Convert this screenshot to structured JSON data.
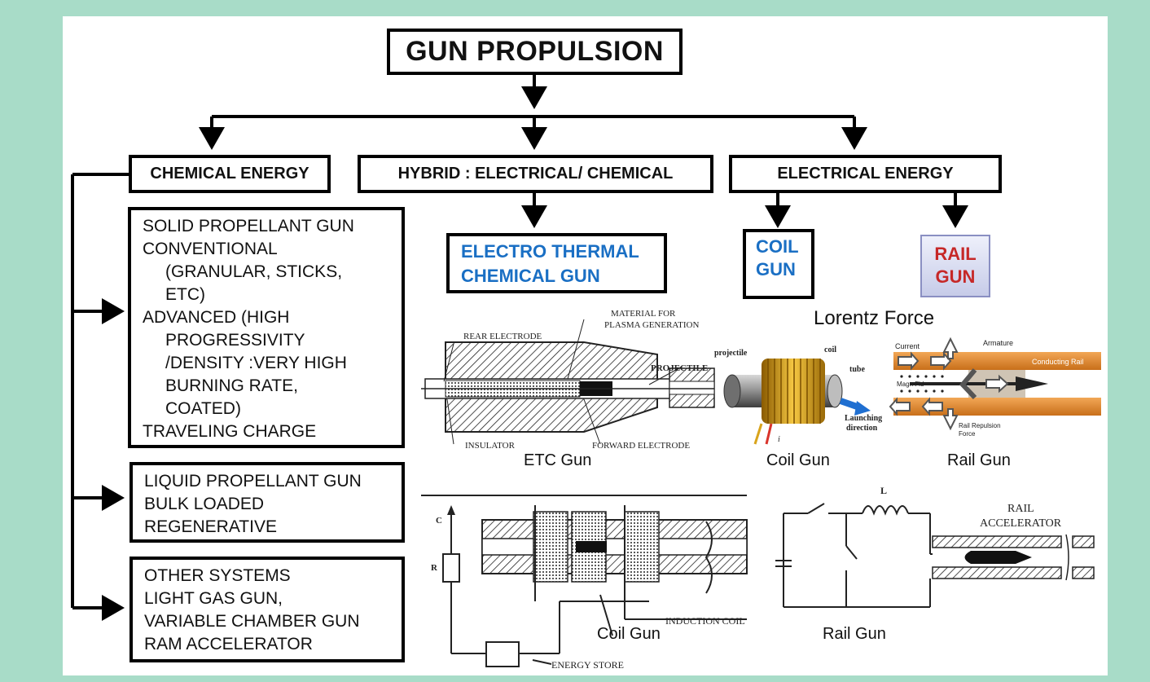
{
  "title": "GUN PROPULSION",
  "categories": {
    "chemical": "CHEMICAL ENERGY",
    "hybrid": "HYBRID : ELECTRICAL/ CHEMICAL",
    "electrical": "ELECTRICAL ENERGY"
  },
  "chemical_items": {
    "solid": [
      "SOLID PROPELLANT GUN",
      "CONVENTIONAL",
      "(GRANULAR, STICKS,",
      "ETC)",
      "ADVANCED (HIGH",
      "PROGRESSIVITY",
      "/DENSITY :VERY HIGH",
      "BURNING RATE,",
      "COATED)",
      "TRAVELING CHARGE"
    ],
    "liquid": [
      "LIQUID PROPELLANT GUN",
      "BULK LOADED",
      "REGENERATIVE"
    ],
    "other": [
      "OTHER SYSTEMS",
      "LIGHT GAS GUN,",
      "VARIABLE CHAMBER GUN",
      "RAM ACCELERATOR"
    ]
  },
  "etc_gun": [
    "ELECTRO THERMAL",
    "CHEMICAL GUN"
  ],
  "coil_gun": [
    "COIL",
    "GUN"
  ],
  "rail_gun": [
    "RAIL",
    "GUN"
  ],
  "lorentz_label": "Lorentz Force",
  "figure_captions": {
    "etc": "ETC Gun",
    "coil_top": "Coil Gun",
    "rail_top": "Rail Gun",
    "coil_bottom": "Coil Gun",
    "rail_bottom": "Rail Gun"
  },
  "etc_labels": {
    "rear": "REAR ELECTRODE",
    "material1": "MATERIAL FOR",
    "material2": "PLASMA GENERATION",
    "projectile": "PROJECTILE",
    "insulator": "INSULATOR",
    "forward": "FORWARD ELECTRODE"
  },
  "coil_photo_labels": {
    "projectile": "projectile",
    "coil": "coil",
    "tube": "tube",
    "launch1": "Launching",
    "launch2": "direction",
    "i": "i"
  },
  "rail_photo_labels": {
    "current": "Current",
    "armature": "Armature",
    "rail": "Conducting Rail",
    "field": "Magn Fld",
    "repulsion1": "Rail Repulsion",
    "repulsion2": "Force"
  },
  "coil_schematic_labels": {
    "c": "C",
    "r": "R",
    "induction": "INDUCTION COIL",
    "energy": "ENERGY STORE"
  },
  "rail_schematic_labels": {
    "l": "L",
    "rail1": "RAIL",
    "rail2": "ACCELERATOR"
  },
  "colors": {
    "background": "#a8dcc8",
    "blue_text": "#1a6fc4",
    "red_text": "#c62828",
    "rail_orange": "#e08a2e",
    "coil_gold": "#d9a41c",
    "arrow_blue": "#1f6fd1"
  }
}
